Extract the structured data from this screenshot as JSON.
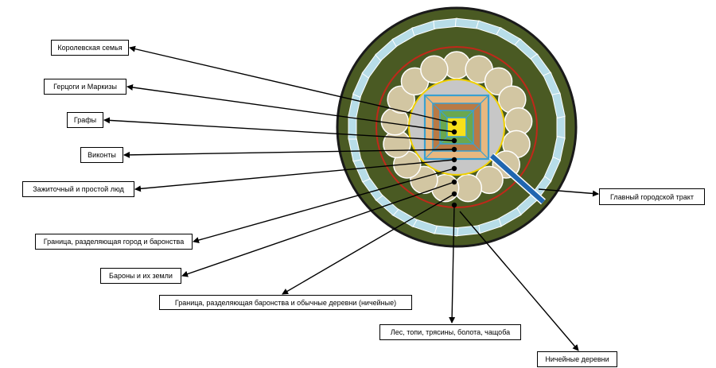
{
  "labels": {
    "royal_family": "Королевская семья",
    "dukes_marquises": "Герцоги и Маркизы",
    "counts": "Графы",
    "viscounts": "Виконты",
    "commoners": "Зажиточный и простой люд",
    "city_border": "Граница, разделяющая город и баронства",
    "barons": "Бароны и их земли",
    "barony_border": "Граница, разделяющая баронства и обычные деревни (ничейные)",
    "forest": "Лес, топи, трясины, болота, чащоба",
    "no_mans_villages": "Ничейные деревни",
    "main_road": "Главный городской тракт"
  },
  "colors": {
    "outer_land": "#4a5a23",
    "outer_ring_border": "#1a1a1a",
    "village": "#b7dde8",
    "red_ring": "#c0281a",
    "barony_land": "#4a5a23",
    "barony_circle": "#d2c6a2",
    "yellow_ring": "#f0d000",
    "city_core": "#c7c7c7",
    "pyramid_frame": "#3aa0d0",
    "layer_royal": "#f7e01a",
    "layer_dukes": "#6aa84f",
    "layer_counts": "#b97a45",
    "layer_viscounts": "#e8b880",
    "road": "#1f66b0",
    "arrow": "#000000"
  }
}
